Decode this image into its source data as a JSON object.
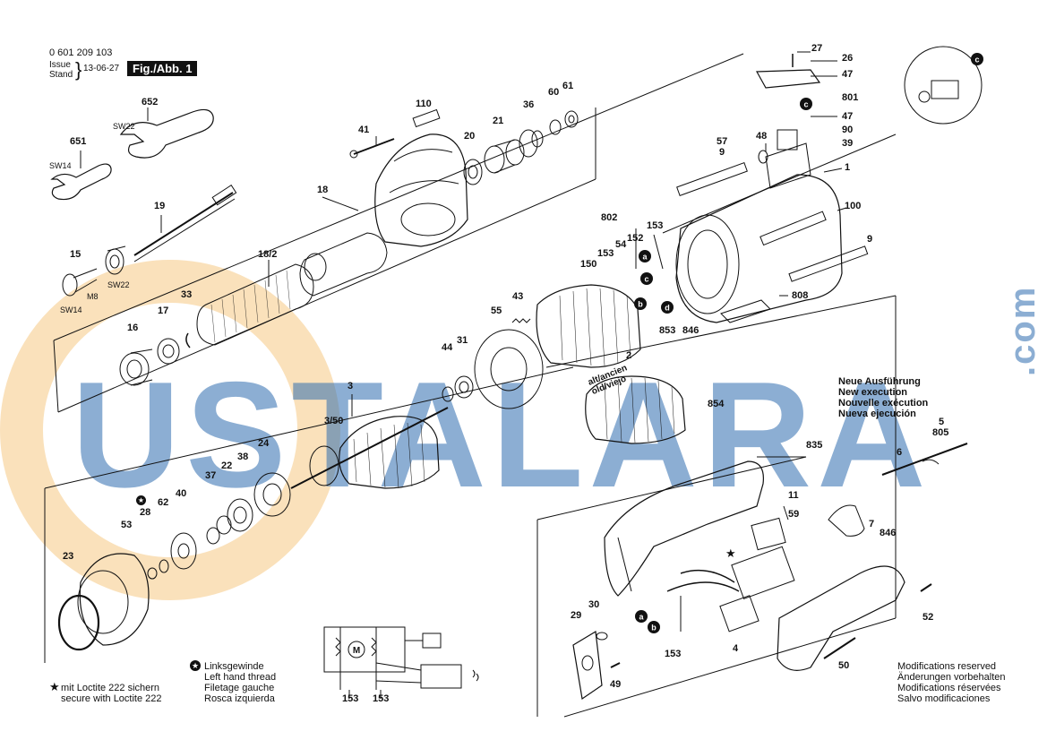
{
  "header": {
    "part_number": "0 601 209 103",
    "issue_label": "Issue",
    "stand_label": "Stand",
    "date": "13-06-27",
    "figure": "Fig./Abb. 1"
  },
  "watermark": {
    "text": "USTALARA",
    "suffix": ".com",
    "color": "#2f6db0",
    "circle_color": "#f2a93b"
  },
  "parts": [
    {
      "id": "27",
      "text": "27"
    },
    {
      "id": "26",
      "text": "26"
    },
    {
      "id": "47a",
      "text": "47"
    },
    {
      "id": "801",
      "text": "801"
    },
    {
      "id": "47b",
      "text": "47"
    },
    {
      "id": "90",
      "text": "90"
    },
    {
      "id": "39",
      "text": "39"
    },
    {
      "id": "48",
      "text": "48"
    },
    {
      "id": "57",
      "text": "57"
    },
    {
      "id": "9a",
      "text": "9"
    },
    {
      "id": "1",
      "text": "1"
    },
    {
      "id": "100",
      "text": "100"
    },
    {
      "id": "9b",
      "text": "9"
    },
    {
      "id": "808",
      "text": "808"
    },
    {
      "id": "652",
      "text": "652"
    },
    {
      "id": "651",
      "text": "651"
    },
    {
      "id": "110",
      "text": "110"
    },
    {
      "id": "41",
      "text": "41"
    },
    {
      "id": "21",
      "text": "21"
    },
    {
      "id": "20",
      "text": "20"
    },
    {
      "id": "36",
      "text": "36"
    },
    {
      "id": "60",
      "text": "60"
    },
    {
      "id": "61",
      "text": "61"
    },
    {
      "id": "18",
      "text": "18"
    },
    {
      "id": "19",
      "text": "19"
    },
    {
      "id": "18_2",
      "text": "18/2"
    },
    {
      "id": "15",
      "text": "15"
    },
    {
      "id": "33",
      "text": "33"
    },
    {
      "id": "17",
      "text": "17"
    },
    {
      "id": "16",
      "text": "16"
    },
    {
      "id": "802",
      "text": "802"
    },
    {
      "id": "153a",
      "text": "153"
    },
    {
      "id": "54",
      "text": "54"
    },
    {
      "id": "152",
      "text": "152"
    },
    {
      "id": "153b",
      "text": "153"
    },
    {
      "id": "150",
      "text": "150"
    },
    {
      "id": "43",
      "text": "43"
    },
    {
      "id": "55",
      "text": "55"
    },
    {
      "id": "44",
      "text": "44"
    },
    {
      "id": "31",
      "text": "31"
    },
    {
      "id": "853",
      "text": "853"
    },
    {
      "id": "846a",
      "text": "846"
    },
    {
      "id": "2",
      "text": "2"
    },
    {
      "id": "854",
      "text": "854"
    },
    {
      "id": "3",
      "text": "3"
    },
    {
      "id": "3_50",
      "text": "3/50"
    },
    {
      "id": "24",
      "text": "24"
    },
    {
      "id": "38",
      "text": "38"
    },
    {
      "id": "22",
      "text": "22"
    },
    {
      "id": "37",
      "text": "37"
    },
    {
      "id": "40",
      "text": "40"
    },
    {
      "id": "62",
      "text": "62"
    },
    {
      "id": "28",
      "text": "28"
    },
    {
      "id": "53",
      "text": "53"
    },
    {
      "id": "23",
      "text": "23"
    },
    {
      "id": "835",
      "text": "835"
    },
    {
      "id": "5",
      "text": "5"
    },
    {
      "id": "805",
      "text": "805"
    },
    {
      "id": "6",
      "text": "6"
    },
    {
      "id": "11",
      "text": "11"
    },
    {
      "id": "59",
      "text": "59"
    },
    {
      "id": "7",
      "text": "7"
    },
    {
      "id": "846b",
      "text": "846"
    },
    {
      "id": "52",
      "text": "52"
    },
    {
      "id": "4",
      "text": "4"
    },
    {
      "id": "50",
      "text": "50"
    },
    {
      "id": "29",
      "text": "29"
    },
    {
      "id": "30",
      "text": "30"
    },
    {
      "id": "153c",
      "text": "153"
    },
    {
      "id": "49",
      "text": "49"
    },
    {
      "id": "153d",
      "text": "153"
    },
    {
      "id": "153e",
      "text": "153"
    }
  ],
  "tool_labels": {
    "sw22_wrench": "SW22",
    "sw14_wrench": "SW14",
    "m8": "M8",
    "sw22_nut": "SW22",
    "sw14_nut": "SW14"
  },
  "callouts": {
    "a": "a",
    "b": "b",
    "c": "c",
    "d": "d"
  },
  "alt_new": {
    "old": "alt/ancien",
    "old2": "old/viejo"
  },
  "new_execution": {
    "line1": "Neue Ausführung",
    "line2": "New execution",
    "line3": "Nouvelle exécution",
    "line4": "Nueva ejecución"
  },
  "legend": {
    "loctite_de": "mit Loctite 222 sichern",
    "loctite_en": "secure with Loctite 222",
    "thread_de": "Linksgewinde",
    "thread_en": "Left hand thread",
    "thread_fr": "Filetage gauche",
    "thread_es": "Rosca izquierda"
  },
  "modifications": {
    "en": "Modifications reserved",
    "de": "Änderungen vorbehalten",
    "fr": "Modifications réservées",
    "es": "Salvo modificaciones"
  },
  "schematic": {
    "motor": "M"
  }
}
